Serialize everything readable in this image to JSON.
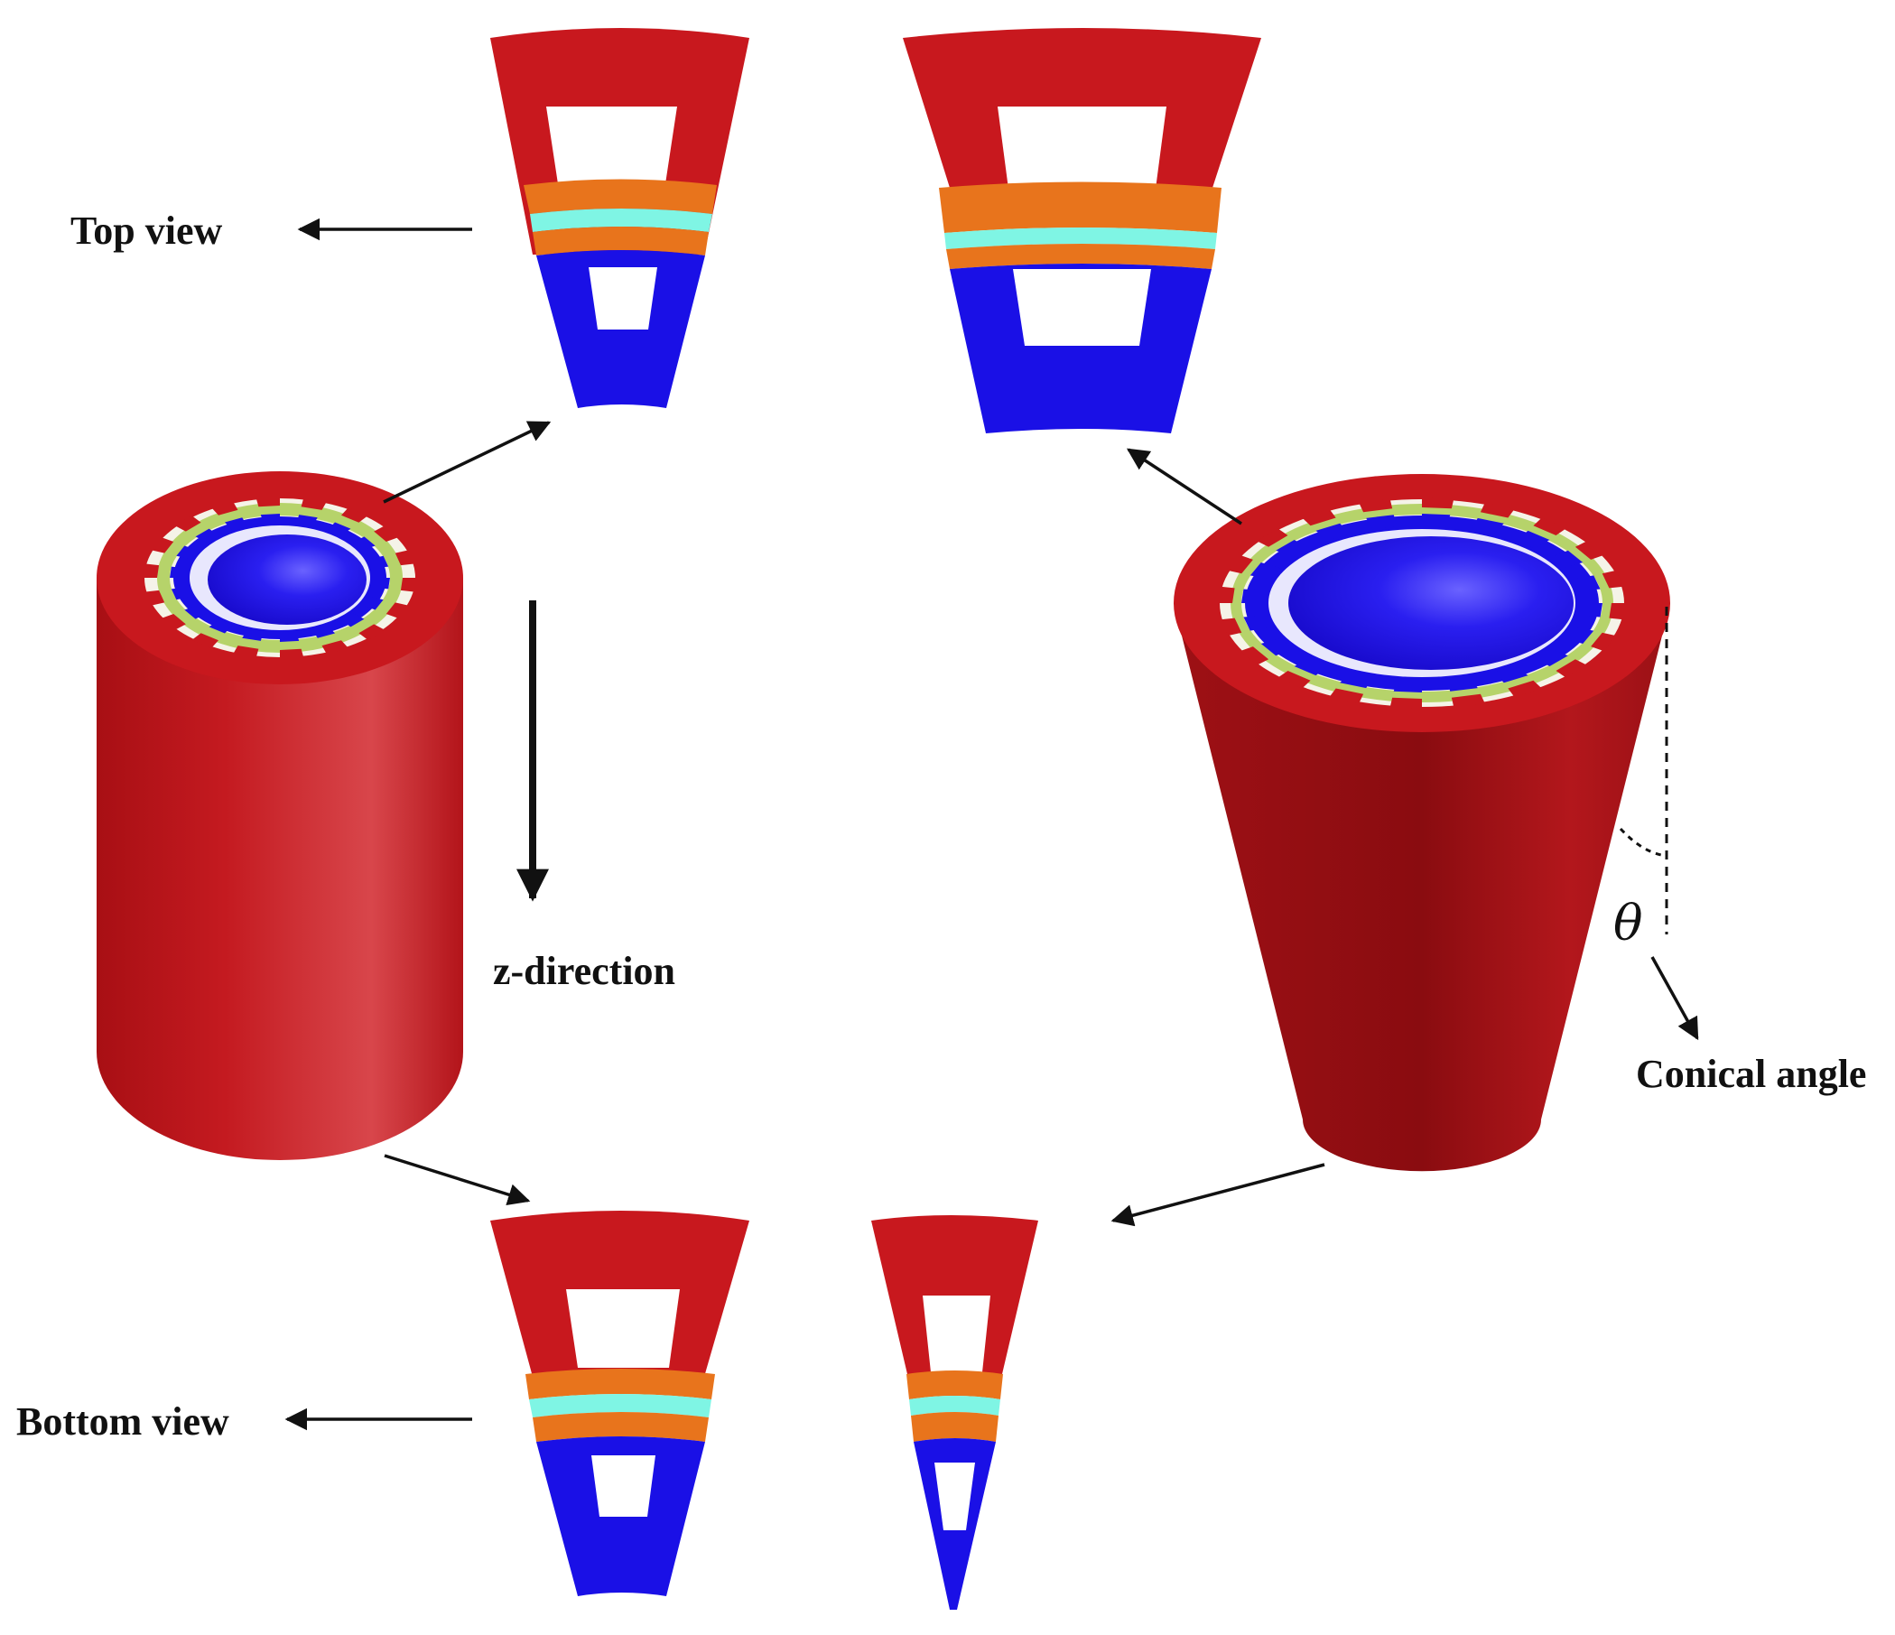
{
  "labels": {
    "top_view": "Top view",
    "bottom_view": "Bottom view",
    "z_direction": "z-direction",
    "conical_angle": "Conical angle",
    "theta": "θ"
  },
  "colors": {
    "outer_red": "#c8181e",
    "cylinder_red": "#c0141a",
    "cylinder_dark": "#8e0d12",
    "inner_blue": "#1a10e6",
    "orange_layer": "#e8741c",
    "cyan_layer": "#7ff5e4",
    "green_ring": "#b6d36a",
    "slot_white": "#f5f3e8",
    "arrow": "#111111"
  }
}
